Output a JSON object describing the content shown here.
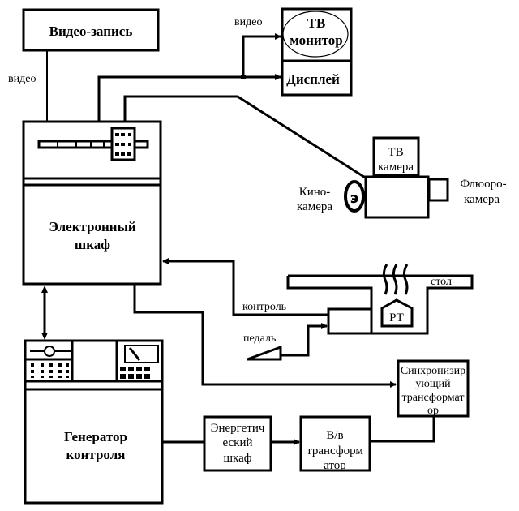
{
  "diagram": {
    "title": "",
    "colors": {
      "stroke": "#000000",
      "fill": "#ffffff"
    },
    "nodes": {
      "video_record": {
        "label": "Видео-запись"
      },
      "tv_monitor": {
        "label_line1": "ТВ",
        "label_line2": "монитор"
      },
      "display": {
        "label": "Дисплей"
      },
      "electronic_cabinet": {
        "label_line1": "Электронный",
        "label_line2": "шкаф"
      },
      "tv_camera": {
        "label_line1": "ТВ",
        "label_line2": "камера"
      },
      "cine_camera": {
        "label_line1": "Кино-",
        "label_line2": "камера"
      },
      "fluoro_camera": {
        "label_line1": "Флюоро-",
        "label_line2": "камера"
      },
      "table": {
        "label": "стол"
      },
      "tube": {
        "label": "РТ"
      },
      "generator": {
        "label_line1": "Генератор",
        "label_line2": "контроля"
      },
      "energy_cabinet": {
        "label_line1": "Энергетич",
        "label_line2": "еский",
        "label_line3": "шкаф"
      },
      "hv_transformer": {
        "label_line1": "В/в",
        "label_line2": "трансформ",
        "label_line3": "атор"
      },
      "sync_transformer": {
        "label_line1": "Синхронизир",
        "label_line2": "ующий",
        "label_line3": "трансформат",
        "label_line4": "ор"
      }
    },
    "edge_labels": {
      "video_left": "видео",
      "video_top": "видео",
      "control": "контроль",
      "pedal": "педаль"
    },
    "edges": [
      {
        "from": "video_record",
        "to": "electronic_cabinet",
        "label": "видео"
      },
      {
        "from": "electronic_cabinet",
        "to": "tv_monitor",
        "label": "видео"
      },
      {
        "from": "electronic_cabinet",
        "to": "display"
      },
      {
        "from": "electronic_cabinet",
        "to": "tv_camera"
      },
      {
        "from": "table",
        "to": "electronic_cabinet",
        "label": "контроль"
      },
      {
        "from": "pedal",
        "to": "table"
      },
      {
        "from": "electronic_cabinet",
        "to": "generator",
        "bidirectional": true
      },
      {
        "from": "electronic_cabinet",
        "to": "sync_transformer"
      },
      {
        "from": "generator",
        "to": "energy_cabinet"
      },
      {
        "from": "energy_cabinet",
        "to": "hv_transformer"
      },
      {
        "from": "hv_transformer",
        "to": "sync_transformer"
      }
    ]
  }
}
